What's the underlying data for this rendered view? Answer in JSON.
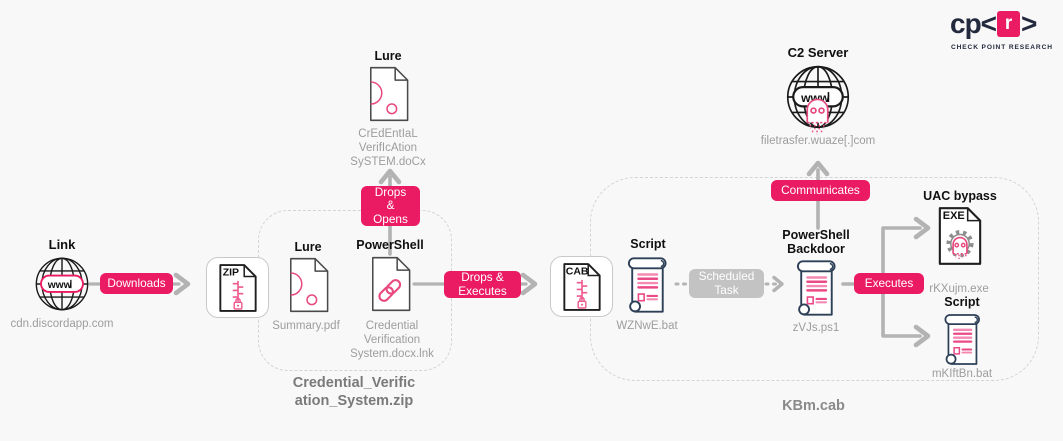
{
  "colors": {
    "accent_pink": "#ea1a63",
    "arrow_gray": "#b3b3b3",
    "gray_button": "#c3c3c3",
    "dashed_border": "#d4d4d4",
    "muted_text": "#9d9d9d",
    "box_label_text": "#818181",
    "title_text": "#101010",
    "scroll_navy": "#2e4057",
    "logo_navy": "#232a3d",
    "background": "#f8f8f9",
    "detail_pink": "#e8497f",
    "zip_pink": "#ee5a8e",
    "gear_gray": "#8d8d8d"
  },
  "logo": {
    "cp": "cp<",
    "r": "r",
    "gt": ">",
    "tagline": "CHECK POINT RESEARCH"
  },
  "icon_text": {
    "www": "www",
    "zip": "ZIP",
    "cab": "CAB",
    "exe": "EXE"
  },
  "icons": {
    "globe-www-icon": "globe with www address pill",
    "ghost-icon": "pink ghost (malware)",
    "zip-file-icon": "ZIP archive file with zipper and lock",
    "cab-file-icon": "CAB archive file with zipper and lock",
    "lure-document-icon": "document with pink circles",
    "shortcut-link-icon": "document with chain link",
    "script-scroll-icon": "scroll with pink text lines",
    "exe-gear-ghost-icon": "executable file with gear and ghost",
    "arrow-icon": "gray chevron arrow"
  },
  "nodes": {
    "link": {
      "title": "Link",
      "caption": "cdn.discordapp.com"
    },
    "zip_package": {
      "label_lines": [
        "Credential_Verific",
        "ation_System.zip"
      ],
      "lure": {
        "title": "Lure",
        "caption": "Summary.pdf"
      },
      "powershell": {
        "title": "PowerShell",
        "caption_lines": [
          "Credential",
          "Verification",
          "System.docx.lnk"
        ]
      }
    },
    "lure_doc": {
      "title": "Lure",
      "caption_lines": [
        "CrEdEntIaL",
        "VerifIcAtion",
        "SySTEM.doCx"
      ]
    },
    "c2": {
      "title": "C2 Server",
      "caption": "filetrasfer.wuaze[.]com"
    },
    "cab_package": {
      "label": "KBm.cab",
      "script1": {
        "title": "Script",
        "caption": "WZNwE.bat"
      },
      "backdoor": {
        "title_lines": [
          "PowerShell",
          "Backdoor"
        ],
        "caption": "zVJs.ps1"
      },
      "uac": {
        "title": "UAC bypass",
        "caption": "rKXujm.exe"
      },
      "script2": {
        "title": "Script",
        "caption": "mKIftBn.bat"
      }
    }
  },
  "actions": {
    "downloads": {
      "label": "Downloads"
    },
    "drops_opens": {
      "lines": [
        "Drops",
        "&",
        "Opens"
      ]
    },
    "drops_executes": {
      "lines": [
        "Drops &",
        "Executes"
      ]
    },
    "scheduled_task": {
      "lines": [
        "Scheduled",
        "Task"
      ]
    },
    "communicates": {
      "label": "Communicates"
    },
    "executes": {
      "label": "Executes"
    }
  }
}
